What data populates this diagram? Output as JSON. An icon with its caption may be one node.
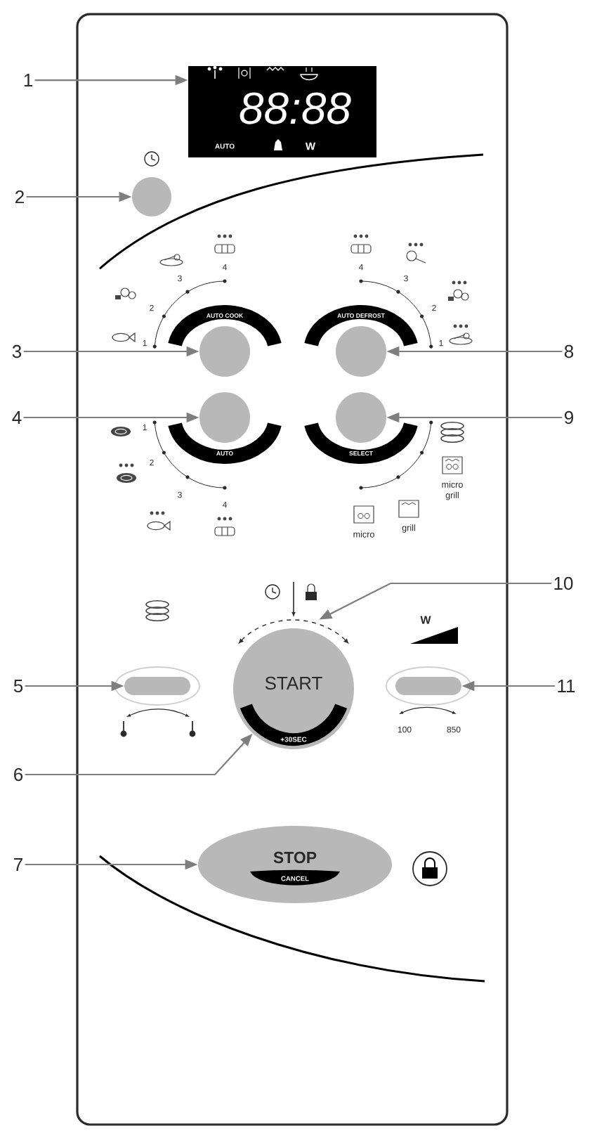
{
  "diagram": {
    "nodes": [
      {
        "text": [
          "1"
        ]
      },
      {
        "text": [
          "88:88",
          "AUTO",
          "W"
        ]
      },
      {
        "text": [
          "2"
        ]
      },
      {
        "text": [],
        "shape": "circle"
      },
      {
        "text": [
          "3"
        ]
      },
      {
        "text": [],
        "shape": "circle",
        "beside": [
          "AUTO COOK"
        ]
      },
      {
        "text": [
          "8"
        ]
      },
      {
        "text": [],
        "shape": "circle",
        "beside": [
          "AUTO DEFROST"
        ]
      },
      {
        "text": [
          "4"
        ]
      },
      {
        "text": [],
        "shape": "circle",
        "beside": [
          "AUTO"
        ]
      },
      {
        "text": [
          "9"
        ]
      },
      {
        "text": [],
        "shape": "circle",
        "beside": [
          "SELECT"
        ]
      },
      {
        "text": [
          "10"
        ]
      },
      {
        "text": [],
        "shape": "arc"
      },
      {
        "text": [
          "5"
        ]
      },
      {
        "text": [],
        "shape": "bar"
      },
      {
        "text": [
          "START",
          "+30SEC"
        ]
      },
      {
        "text": [
          "11"
        ]
      },
      {
        "text": [],
        "shape": "bar"
      },
      {
        "text": [
          "6"
        ]
      },
      {
        "text": [
          "7"
        ]
      },
      {
        "text": [
          "STOP",
          "CANCEL"
        ]
      }
    ],
    "edges": [
      {
        "from": 0,
        "to": 1,
        "arrow": "to"
      },
      {
        "from": 2,
        "to": 3,
        "arrow": "to"
      },
      {
        "from": 4,
        "to": 5,
        "arrow": "to"
      },
      {
        "from": 6,
        "to": 7,
        "arrow": "to"
      },
      {
        "from": 8,
        "to": 9,
        "arrow": "to"
      },
      {
        "from": 10,
        "to": 11,
        "arrow": "to"
      },
      {
        "from": 12,
        "to": 13,
        "arrow": "to"
      },
      {
        "from": 14,
        "to": 15,
        "arrow": "to"
      },
      {
        "from": 17,
        "to": 18,
        "arrow": "to"
      },
      {
        "from": 19,
        "to": 16,
        "arrow": "to"
      },
      {
        "from": 20,
        "to": 21,
        "arrow": "to"
      }
    ],
    "labels": [
      "1",
      "2",
      "3",
      "4",
      "1",
      "2",
      "3",
      "4",
      "1",
      "2",
      "3",
      "4",
      "micro grill",
      "grill",
      "micro",
      "W",
      "100",
      "850"
    ]
  }
}
